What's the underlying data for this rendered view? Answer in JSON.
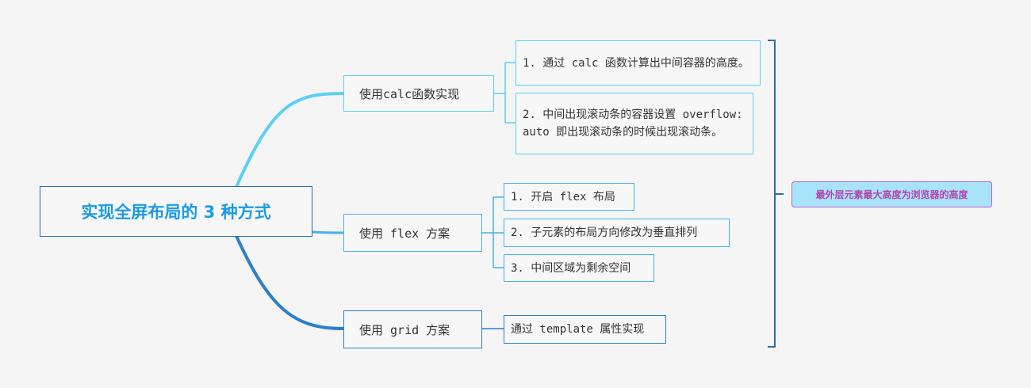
{
  "mindmap": {
    "root": "实现全屏布局的 3 种方式",
    "branches": [
      {
        "label": "使用calc函数实现",
        "children": [
          "1. 通过 calc 函数计算出中间容器的高度。",
          "2. 中间出现滚动条的容器设置 overflow: auto 即出现滚动条的时候出现滚动条。"
        ]
      },
      {
        "label": "使用 flex 方案",
        "children": [
          "1. 开启 flex 布局",
          "2. 子元素的布局方向修改为垂直排列",
          "3. 中间区域为剩余空间"
        ]
      },
      {
        "label": "使用 grid 方案",
        "children": [
          "通过 template 属性实现"
        ]
      }
    ],
    "summary": "最外层元素最大高度为浏览器的高度"
  },
  "colors": {
    "background": "#f5f5f5",
    "root_text": "#1a9be6",
    "root_border": "#2b6ea8",
    "calc_branch": "#5ccff5",
    "flex_branch": "#4ab1ea",
    "grid_branch": "#2d7fc9",
    "summary_fill": "#a8e3fa",
    "summary_border": "#b268c7",
    "summary_text": "#b344b0",
    "bracket": "#2b6ea8"
  }
}
